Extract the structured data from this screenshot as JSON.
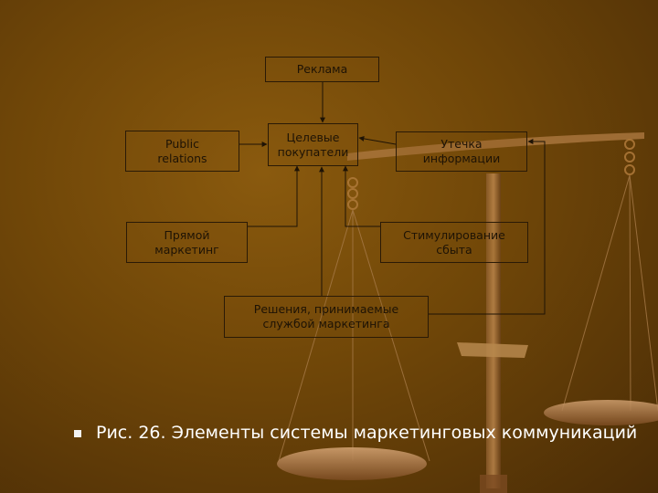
{
  "diagram": {
    "boxes": {
      "ads": "Реклама",
      "pr": "Public\nrelations",
      "target": "Целевые\nпокупатели",
      "leak": "Утечка\nинформации",
      "direct": "Прямой\nмаркетинг",
      "promo": "Стимулирование\nсбыта",
      "decisions": "Решения, принимаемые\nслужбой маркетинга"
    }
  },
  "caption": {
    "text": "Рис. 26. Элементы системы маркетинговых коммуникаций"
  },
  "colors": {
    "background": "#6f4608",
    "box_border": "#2a1a06",
    "text": "#1e1305",
    "caption": "#ffffff",
    "scales": "#b07a3a"
  }
}
